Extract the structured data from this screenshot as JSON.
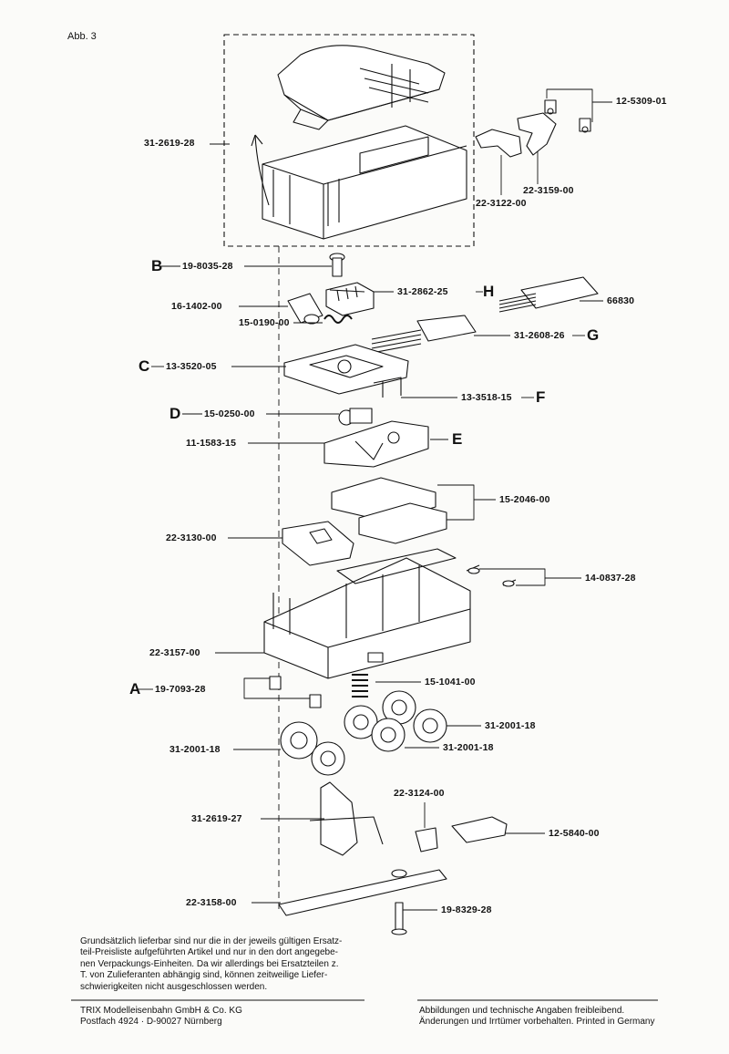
{
  "figure_title": "Abb. 3",
  "parts": [
    {
      "number": "31-2619-28"
    },
    {
      "number": "12-5309-01"
    },
    {
      "number": "22-3159-00"
    },
    {
      "number": "22-3122-00"
    },
    {
      "number": "19-8035-28",
      "letter": "B"
    },
    {
      "number": "31-2862-25",
      "letter": "H"
    },
    {
      "number": "66830"
    },
    {
      "number": "16-1402-00"
    },
    {
      "number": "15-0190-00"
    },
    {
      "number": "31-2608-26",
      "letter": "G"
    },
    {
      "number": "13-3520-05",
      "letter": "C"
    },
    {
      "number": "13-3518-15",
      "letter": "F"
    },
    {
      "number": "15-0250-00",
      "letter": "D"
    },
    {
      "number": "11-1583-15",
      "letter": "E"
    },
    {
      "number": "15-2046-00"
    },
    {
      "number": "22-3130-00"
    },
    {
      "number": "14-0837-28"
    },
    {
      "number": "22-3157-00"
    },
    {
      "number": "19-7093-28",
      "letter": "A"
    },
    {
      "number": "15-1041-00"
    },
    {
      "number": "31-2001-18"
    },
    {
      "number": "31-2001-18"
    },
    {
      "number": "31-2001-18"
    },
    {
      "number": "22-3124-00"
    },
    {
      "number": "31-2619-27"
    },
    {
      "number": "12-5840-00"
    },
    {
      "number": "22-3158-00"
    },
    {
      "number": "19-8329-28"
    }
  ],
  "footer": {
    "note_lines": [
      "Grundsätzlich lieferbar sind nur die in der jeweils gültigen Ersatz-",
      "teil-Preisliste aufgeführten Artikel und nur in den dort angegebe-",
      "nen Verpackungs-Einheiten. Da wir allerdings bei Ersatzteilen z.",
      "T. von Zulieferanten abhängig sind, können zeitweilige Liefer-",
      "schwierigkeiten nicht ausgeschlossen werden."
    ],
    "company_line1": "TRIX Modelleisenbahn GmbH & Co. KG",
    "company_line2": "Postfach 4924 · D-90027 Nürnberg",
    "rights_line1": "Abbildungen und technische Angaben freibleibend.",
    "rights_line2": "Änderungen und Irrtümer vorbehalten. Printed in Germany"
  },
  "colors": {
    "ink": "#111111",
    "paper": "#fbfbf9",
    "shade": "#cfcfcf"
  }
}
